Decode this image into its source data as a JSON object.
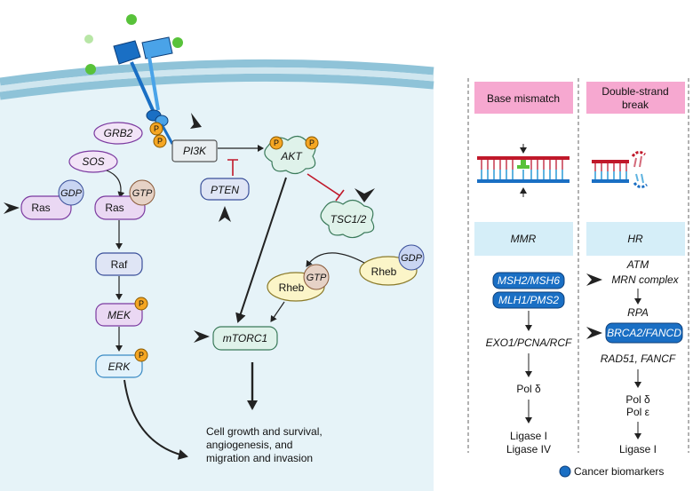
{
  "cell": {
    "phospho": "P",
    "nodes": {
      "grb2": "GRB2",
      "sos": "SOS",
      "ras1": "Ras",
      "ras2": "Ras",
      "gdp1": "GDP",
      "gtp1": "GTP",
      "raf": "Raf",
      "mek": "MEK",
      "erk": "ERK",
      "pi3k": "PI3K",
      "pten": "PTEN",
      "akt": "AKT",
      "tsc": "TSC1/2",
      "rheb1": "Rheb",
      "gtp2": "GTP",
      "rheb2": "Rheb",
      "gdp2": "GDP",
      "mtorc1": "mTORC1"
    },
    "outcome": [
      "Cell growth and survival,",
      "angiogenesis, and",
      "migration and invasion"
    ]
  },
  "dna_repair": {
    "col1": {
      "header": "Base mismatch",
      "pathway": "MMR",
      "biomarkers": [
        "MSH2/MSH6",
        "MLH1/PMS2"
      ],
      "steps": [
        "EXO1/PCNA/RCF",
        "Pol δ",
        "Ligase I",
        "Ligase IV"
      ]
    },
    "col2": {
      "header": [
        "Double-strand",
        "break"
      ],
      "pathway": "HR",
      "steps_top": [
        "ATM",
        "MRN complex",
        "RPA"
      ],
      "biomarker": "BRCA2/FANCD",
      "steps_bottom": [
        "RAD51, FANCF",
        "Pol δ",
        "Pol ε",
        "Ligase I"
      ]
    },
    "legend": "Cancer biomarkers"
  },
  "colors": {
    "cytoplasm": "#e6f3f8",
    "membrane": "#8fc3d8",
    "receptor": "#1a6fc4",
    "ligand": "#58c23a",
    "phospho": "#f5a623",
    "biomarker": "#1a6fc4",
    "header_pink": "#f6a8d0",
    "pathway_blue": "#d5eef8"
  }
}
